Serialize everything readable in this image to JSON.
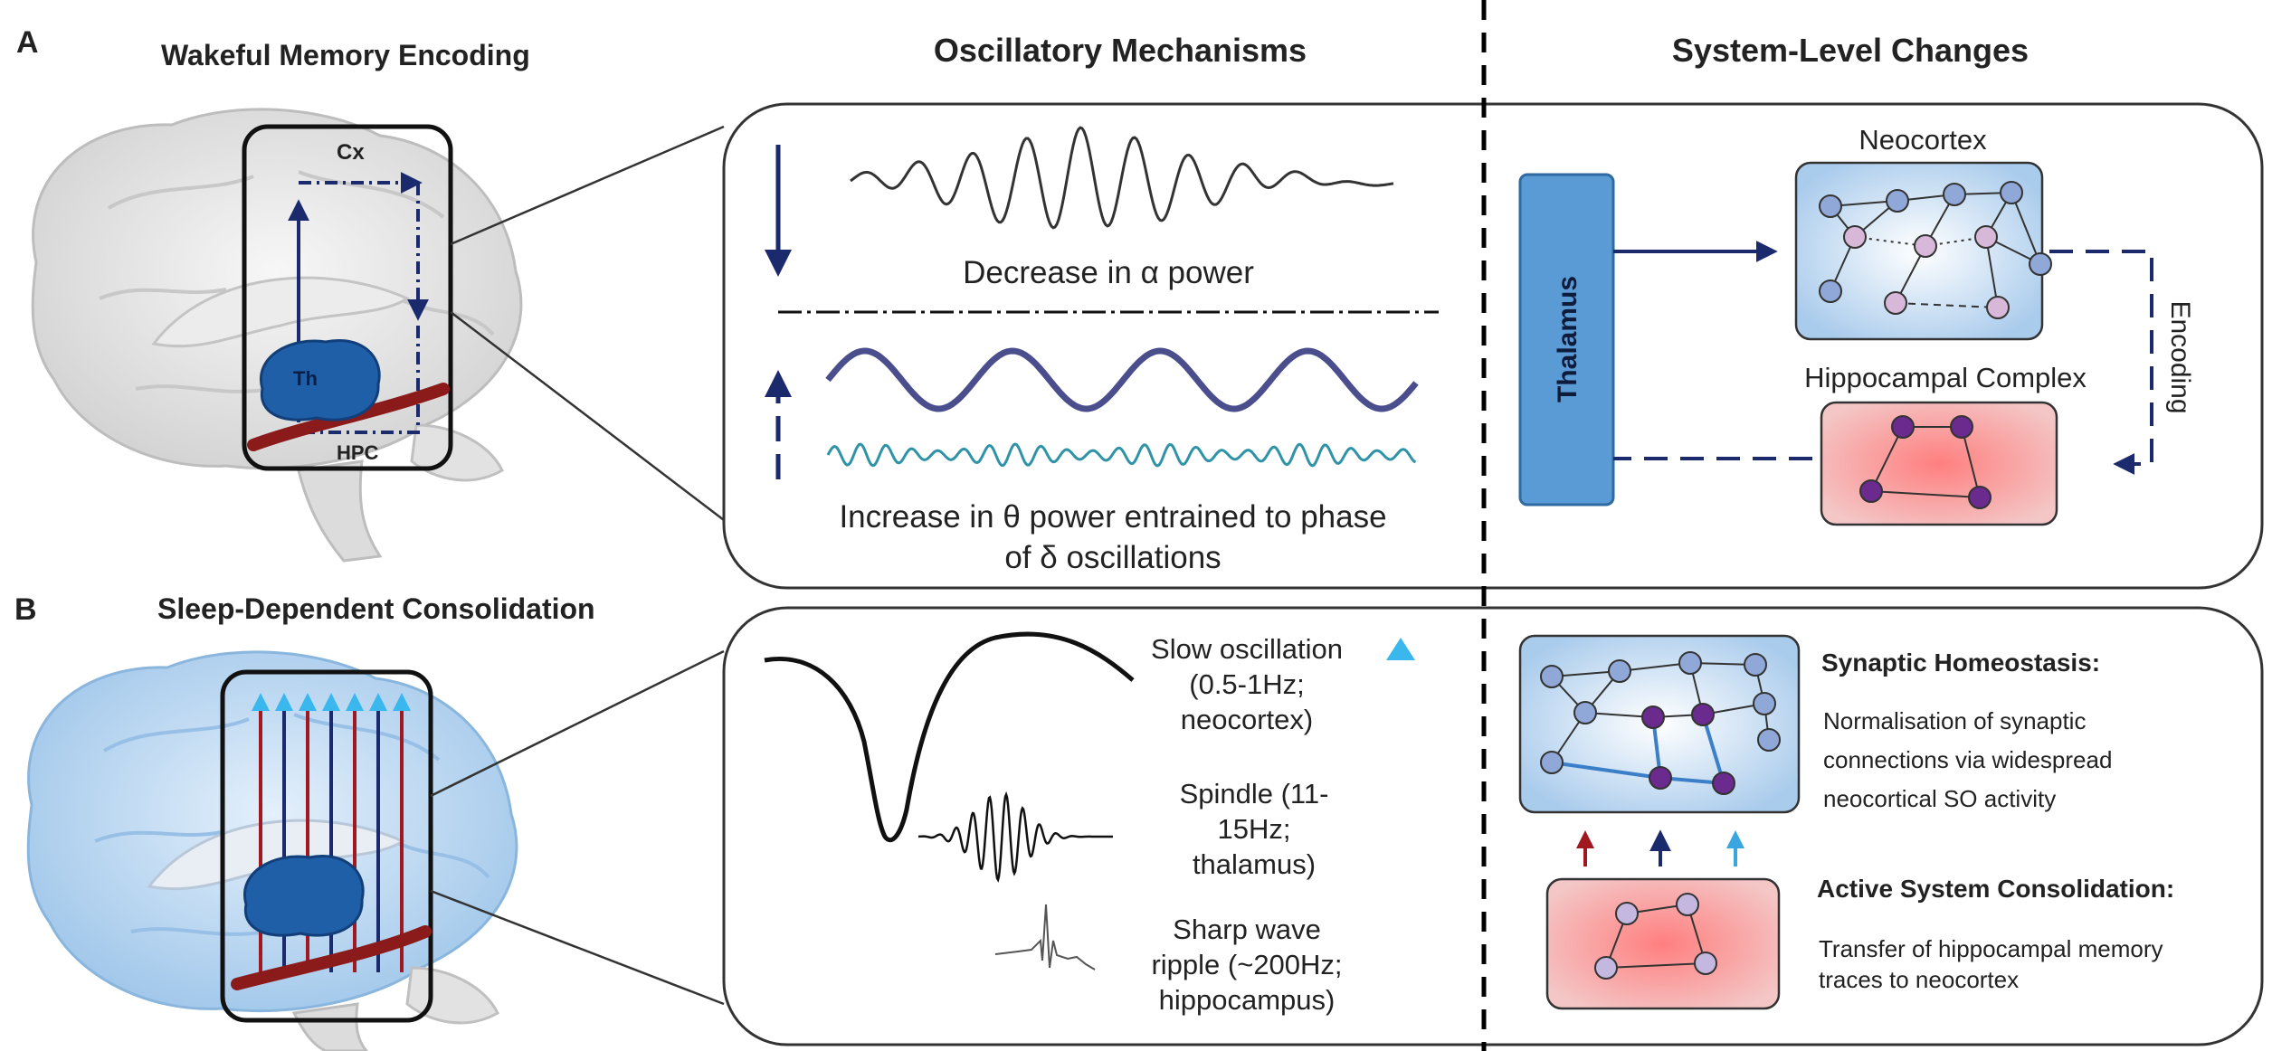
{
  "panel_a": {
    "letter": "A",
    "brain_title": "Wakeful Memory Encoding",
    "brain_labels": {
      "cx": "Cx",
      "th": "Th",
      "hpc": "HPC"
    }
  },
  "panel_b": {
    "letter": "B",
    "brain_title": "Sleep-Dependent Consolidation"
  },
  "headers": {
    "oscillatory": "Oscillatory Mechanisms",
    "system": "System-Level Changes"
  },
  "osc_a": {
    "alpha_label": "Decrease in α power",
    "theta_label_line1": "Increase in θ power entrained to phase",
    "theta_label_line2": "of δ oscillations"
  },
  "system_a": {
    "thalamus": "Thalamus",
    "neocortex": "Neocortex",
    "hippocampal": "Hippocampal Complex",
    "encoding": "Encoding"
  },
  "osc_b": {
    "so": [
      "Slow oscillation",
      "(0.5-1Hz;",
      "neocortex)"
    ],
    "spindle": [
      "Spindle (11-",
      "15Hz;",
      "thalamus)"
    ],
    "swr": [
      "Sharp wave",
      "ripple (~200Hz;",
      "hippocampus)"
    ]
  },
  "system_b": {
    "homeostasis_title": "Synaptic Homeostasis:",
    "homeostasis_text": [
      "Normalisation of synaptic",
      "connections via widespread",
      "neocortical SO activity"
    ],
    "consolidation_title": "Active System Consolidation:",
    "consolidation_text": [
      "Transfer of hippocampal memory",
      "traces to neocortex"
    ]
  },
  "colors": {
    "navy": "#1a2a6c",
    "thalamus_blue": "#5b9bd5",
    "brain_blue_dark": "#1f5fa8",
    "cortex_light_blue": "#bcd8f2",
    "node_blue": "#8fa8d8",
    "node_pink": "#d8b8d8",
    "node_purple": "#6a2a8e",
    "hipp_red": "#e8a6a6",
    "arrow_red": "#a01820",
    "arrow_cyan": "#3aa6e0"
  }
}
